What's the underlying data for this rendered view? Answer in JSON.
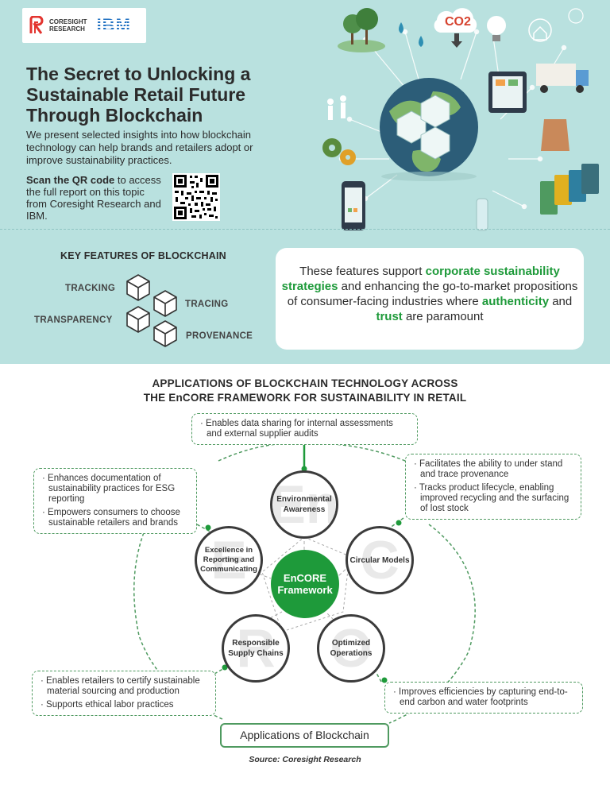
{
  "header": {
    "logo_left": "CORESIGHT RESEARCH",
    "logo_left_line1": "CORESIGHT",
    "logo_left_line2": "RESEARCH",
    "logo_right": "IBM"
  },
  "hero": {
    "title": "The Secret to Unlocking a Sustainable Retail Future Through Blockchain",
    "intro": "We present selected insights into how blockchain technology can help brands and retailers adopt or improve sustainability practices.",
    "scan_bold": "Scan the QR code",
    "scan_rest": " to access the full report on this topic from Coresight Research and IBM.",
    "graphic_label": "CO2"
  },
  "key_features": {
    "heading": "KEY FEATURES OF BLOCKCHAIN",
    "items": [
      "TRACKING",
      "TRACING",
      "TRANSPARENCY",
      "PROVENANCE"
    ]
  },
  "callout": {
    "part1": "These features support ",
    "green1": "corporate sustainability strategies",
    "part2": " and enhancing the go-to-market propositions of consumer-facing industries where ",
    "green2": "authenticity",
    "part3": " and ",
    "green3": "trust",
    "part4": " are paramount"
  },
  "applications": {
    "heading_line1": "APPLICATIONS OF BLOCKCHAIN TECHNOLOGY ACROSS",
    "heading_line2": "THE EnCORE FRAMEWORK FOR SUSTAINABILITY IN RETAIL",
    "center": "EnCORE Framework",
    "nodes": [
      {
        "label": "Environmental Awareness",
        "letter": "En"
      },
      {
        "label": "Circular Models",
        "letter": "C"
      },
      {
        "label": "Optimized Operations",
        "letter": "O"
      },
      {
        "label": "Responsible Supply Chains",
        "letter": "R"
      },
      {
        "label": "Excellence in Reporting and Communicating",
        "letter": "E"
      }
    ],
    "boxes": {
      "top": [
        "Enables data sharing for internal assessments and external supplier audits"
      ],
      "right_top": [
        "Facilitates the ability to under stand and trace provenance",
        "Tracks product lifecycle, enabling improved recycling and the surfacing of lost stock"
      ],
      "left_top": [
        "Enhances documentation of sustainability practices for ESG reporting",
        "Empowers consumers to choose sustainable retailers and brands"
      ],
      "left_bottom": [
        "Enables retailers to certify sustainable material sourcing and production",
        "Supports ethical labor practices"
      ],
      "right_bottom": [
        "Improves efficiencies by capturing end-to-end carbon and water footprints"
      ]
    },
    "footer_button": "Applications of Blockchain",
    "source": "Source: Coresight Research"
  },
  "colors": {
    "teal_bg": "#b9e1df",
    "accent_green": "#1e9a3a",
    "dashed_green": "#4f9a60",
    "ibm_blue": "#1f70c1",
    "coresight_red": "#e3342f"
  }
}
